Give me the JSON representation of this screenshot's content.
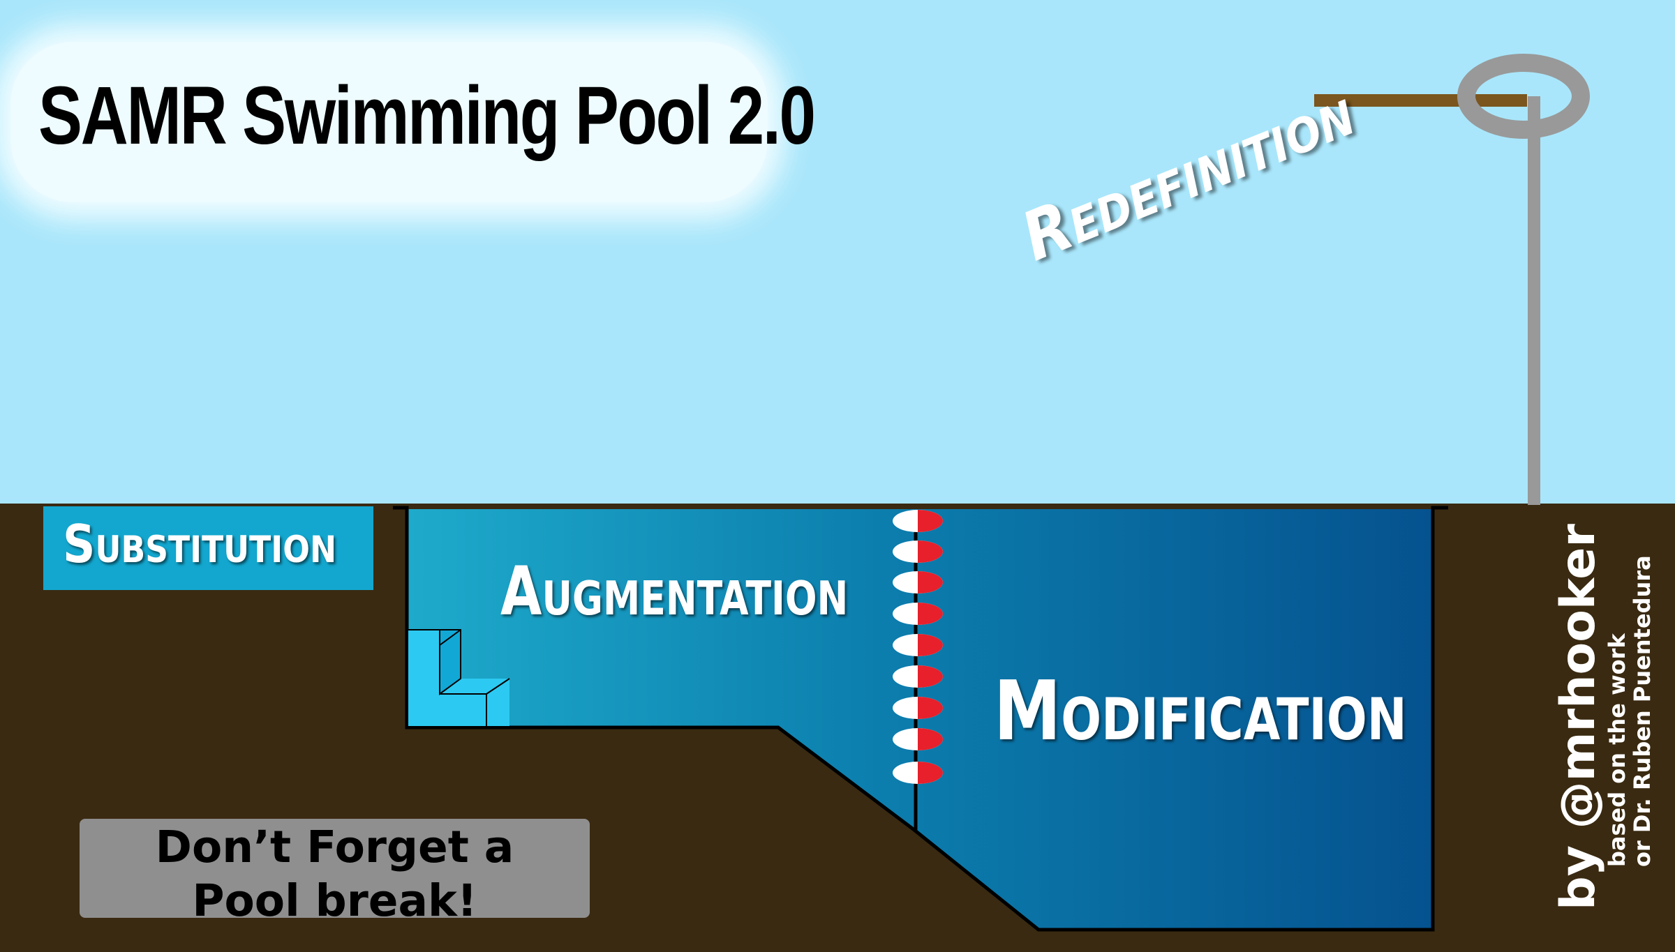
{
  "title": "SAMR Swimming Pool 2.0",
  "levels": {
    "substitution": "Substitution",
    "augmentation": "Augmentation",
    "modification": "Modification",
    "redefinition": "Redefinition"
  },
  "reminder": {
    "line1": "Don’t Forget a",
    "line2": "Pool break!"
  },
  "credit": {
    "author": "by @mrhooker",
    "based_on_line1": "based on the work",
    "based_on_line2": "or Dr. Ruben Puentedura"
  },
  "colors": {
    "sky": "#a9e6fb",
    "ground": "#3a2a11",
    "water_light": "#1eaacb",
    "water_dark": "#05528f",
    "steps": "#2ccaf2",
    "float_red": "#e7202b",
    "ladder_gray": "#999999",
    "board_brown": "#7b561e"
  },
  "icons": [
    "pool-steps-icon",
    "lane-rope-icon",
    "diving-board-icon",
    "pool-ladder-icon"
  ]
}
